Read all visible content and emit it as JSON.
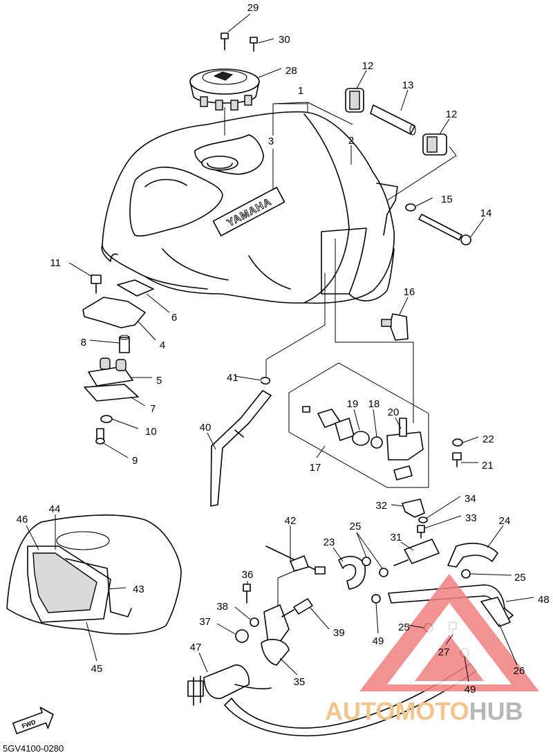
{
  "diagram": {
    "emblem_text": "YAMAHA",
    "fwd_label": "FWD",
    "ref_code": "5GV4100-0280",
    "callouts": [
      {
        "id": "1",
        "label": "1"
      },
      {
        "id": "2",
        "label": "2"
      },
      {
        "id": "3",
        "label": "3"
      },
      {
        "id": "4",
        "label": "4"
      },
      {
        "id": "5",
        "label": "5"
      },
      {
        "id": "6",
        "label": "6"
      },
      {
        "id": "7",
        "label": "7"
      },
      {
        "id": "8",
        "label": "8"
      },
      {
        "id": "9",
        "label": "9"
      },
      {
        "id": "10",
        "label": "10"
      },
      {
        "id": "11",
        "label": "11"
      },
      {
        "id": "12a",
        "label": "12"
      },
      {
        "id": "12b",
        "label": "12"
      },
      {
        "id": "13",
        "label": "13"
      },
      {
        "id": "14",
        "label": "14"
      },
      {
        "id": "15",
        "label": "15"
      },
      {
        "id": "16",
        "label": "16"
      },
      {
        "id": "17",
        "label": "17"
      },
      {
        "id": "18",
        "label": "18"
      },
      {
        "id": "19",
        "label": "19"
      },
      {
        "id": "20",
        "label": "20"
      },
      {
        "id": "21",
        "label": "21"
      },
      {
        "id": "22",
        "label": "22"
      },
      {
        "id": "23",
        "label": "23"
      },
      {
        "id": "24",
        "label": "24"
      },
      {
        "id": "25a",
        "label": "25"
      },
      {
        "id": "25b",
        "label": "25"
      },
      {
        "id": "25c",
        "label": "25"
      },
      {
        "id": "26",
        "label": "26"
      },
      {
        "id": "27",
        "label": "27"
      },
      {
        "id": "28",
        "label": "28"
      },
      {
        "id": "29",
        "label": "29"
      },
      {
        "id": "30",
        "label": "30"
      },
      {
        "id": "31",
        "label": "31"
      },
      {
        "id": "32",
        "label": "32"
      },
      {
        "id": "33",
        "label": "33"
      },
      {
        "id": "34",
        "label": "34"
      },
      {
        "id": "35",
        "label": "35"
      },
      {
        "id": "36",
        "label": "36"
      },
      {
        "id": "37",
        "label": "37"
      },
      {
        "id": "38",
        "label": "38"
      },
      {
        "id": "39",
        "label": "39"
      },
      {
        "id": "40",
        "label": "40"
      },
      {
        "id": "41",
        "label": "41"
      },
      {
        "id": "42",
        "label": "42"
      },
      {
        "id": "43",
        "label": "43"
      },
      {
        "id": "44",
        "label": "44"
      },
      {
        "id": "45",
        "label": "45"
      },
      {
        "id": "46",
        "label": "46"
      },
      {
        "id": "47",
        "label": "47"
      },
      {
        "id": "48",
        "label": "48"
      },
      {
        "id": "49a",
        "label": "49"
      },
      {
        "id": "49b",
        "label": "49"
      }
    ]
  },
  "watermark": {
    "part1": "AUTOMOTO",
    "part2": "HUB",
    "logo_color": "#f08080",
    "text_color_1": "#f2c58a",
    "text_color_2": "#b8b8b8"
  }
}
